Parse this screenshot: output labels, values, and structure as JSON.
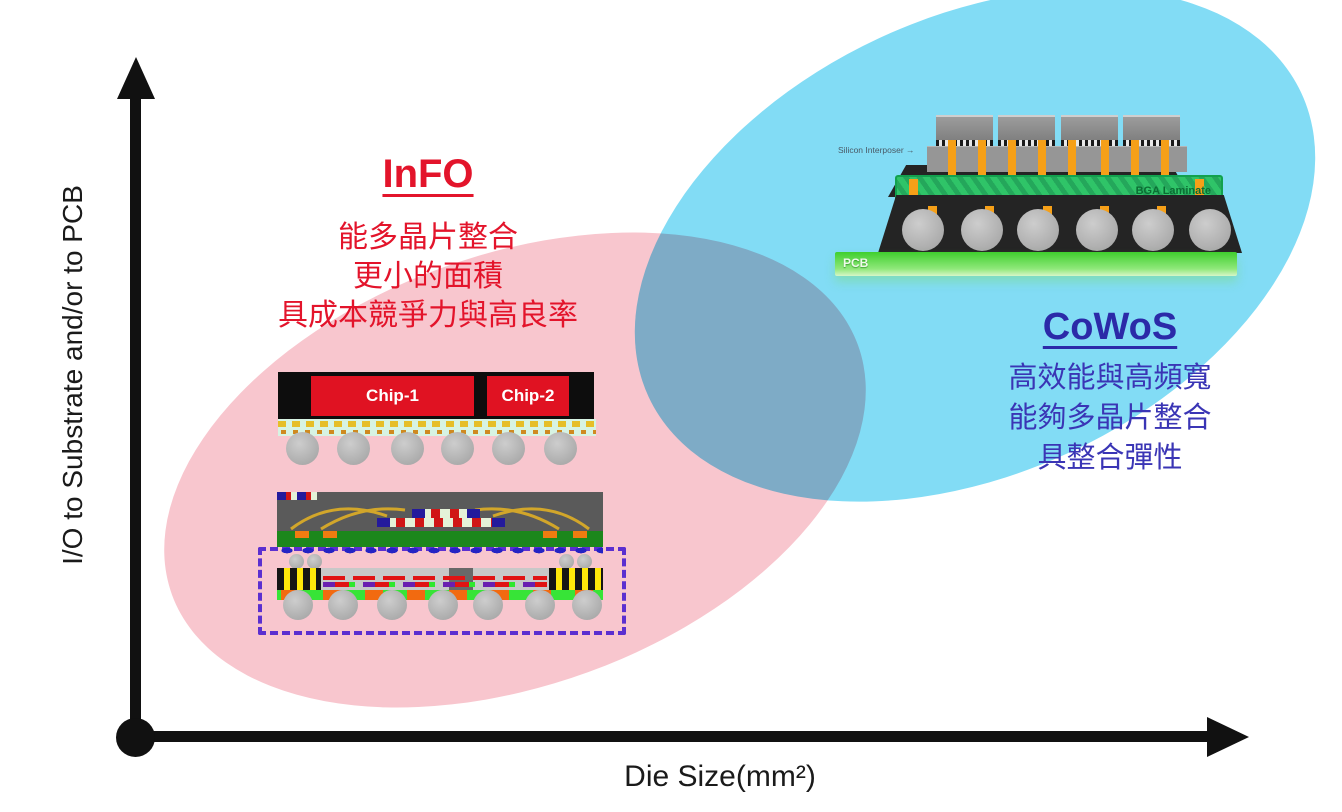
{
  "axes": {
    "y_label": "I/O to Substrate and/or to PCB",
    "x_label": "Die Size(mm²)"
  },
  "regions": {
    "info": {
      "title": "InFO",
      "lines": [
        "能多晶片整合",
        "更小的面積",
        "具成本競爭力與高良率"
      ],
      "title_color": "#e3142b",
      "text_color": "#e3142b",
      "ellipse_color": "#f8c6ce"
    },
    "cowos": {
      "title": "CoWoS",
      "lines": [
        "高效能與高頻寬",
        "能夠多晶片整合",
        "具整合彈性"
      ],
      "title_color": "#2b2aa8",
      "text_color": "#3a35b5",
      "ellipse_color": "#82dcf5"
    }
  },
  "packages": {
    "info_fanout": {
      "chips": [
        "Chip-1",
        "Chip-2"
      ]
    },
    "cowos": {
      "interposer_label": "Silicon Interposer →",
      "laminate_label": "BGA Laminate",
      "pcb_label": "PCB"
    }
  }
}
